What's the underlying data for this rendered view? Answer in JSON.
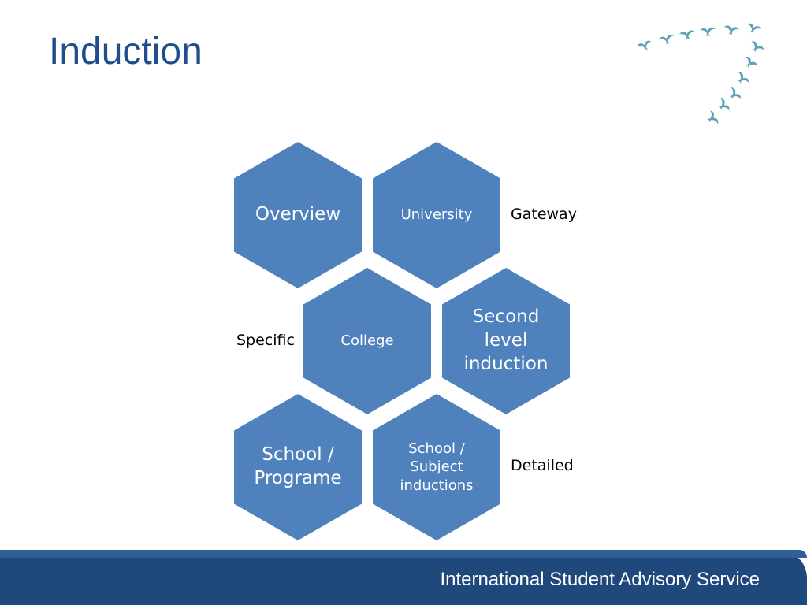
{
  "title": "Induction",
  "hexagons": {
    "overview": "Overview",
    "university": "University",
    "college": "College",
    "second_level": "Second level induction",
    "school_programme": "School / Programe",
    "school_subject": "School / Subject inductions"
  },
  "labels": {
    "gateway": "Gateway",
    "specific": "Specific",
    "detailed": "Detailed"
  },
  "footer": {
    "text": "International Student Advisory Service"
  },
  "colors": {
    "hexagon": "#4f81bd",
    "title": "#1f4e8c",
    "footer": "#1f497d",
    "birds": "#5ba3b5"
  },
  "icons": {
    "logo": "flock-of-birds-icon"
  }
}
